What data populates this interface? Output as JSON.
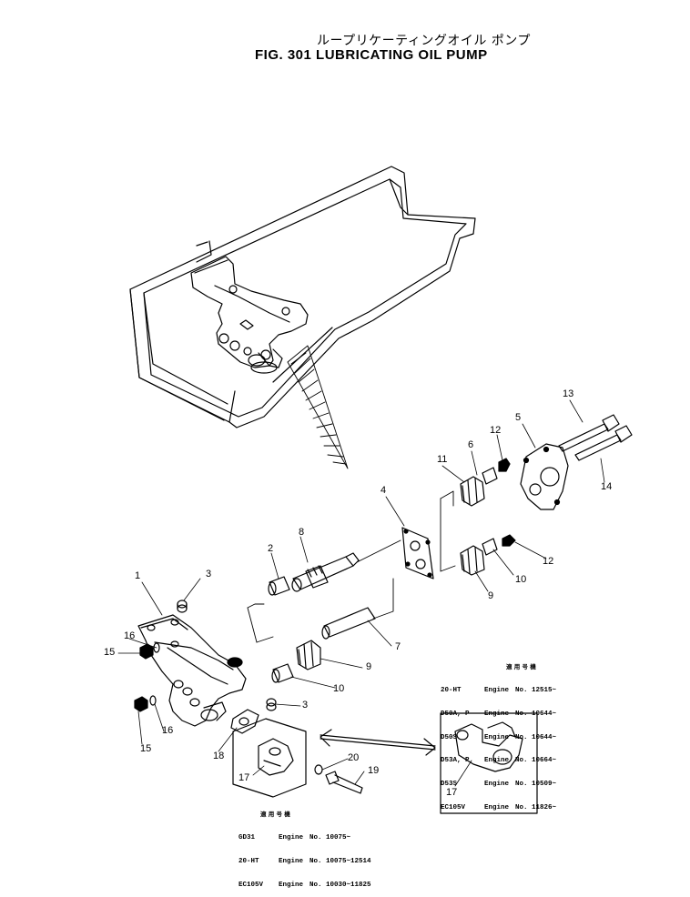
{
  "title_jp": "ループリケーティングオイル ポンプ",
  "title_en": "FIG. 301  LUBRICATING OIL PUMP",
  "callouts": [
    "1",
    "2",
    "3",
    "4",
    "5",
    "6",
    "8",
    "9",
    "10",
    "11",
    "12",
    "13",
    "14",
    "15",
    "16",
    "3",
    "16",
    "15",
    "18",
    "17",
    "20",
    "19",
    "7",
    "9",
    "10",
    "12",
    "17"
  ],
  "table_right": {
    "header": "適 用 号 機",
    "rows": [
      [
        "20-HT",
        "Engine",
        "No.",
        "12515~"
      ],
      [
        "D50A, P",
        "Engine",
        "No.",
        "10644~"
      ],
      [
        "D50S",
        "Engine",
        "No.",
        "10644~"
      ],
      [
        "D53A, P",
        "Engine",
        "No.",
        "10664~"
      ],
      [
        "D53S",
        "Engine",
        "No.",
        "10509~"
      ],
      [
        "EC105V",
        "Engine",
        "No.",
        "11826~"
      ]
    ]
  },
  "table_bottom": {
    "header": "適 用 号 機",
    "rows": [
      [
        "GD31",
        "Engine",
        "No.",
        "10075~"
      ],
      [
        "20-HT",
        "Engine",
        "No.",
        "10075~12514"
      ],
      [
        "EC105V",
        "Engine",
        "No.",
        "10030~11825"
      ]
    ]
  },
  "colors": {
    "ink": "#000000",
    "paper": "#ffffff"
  }
}
